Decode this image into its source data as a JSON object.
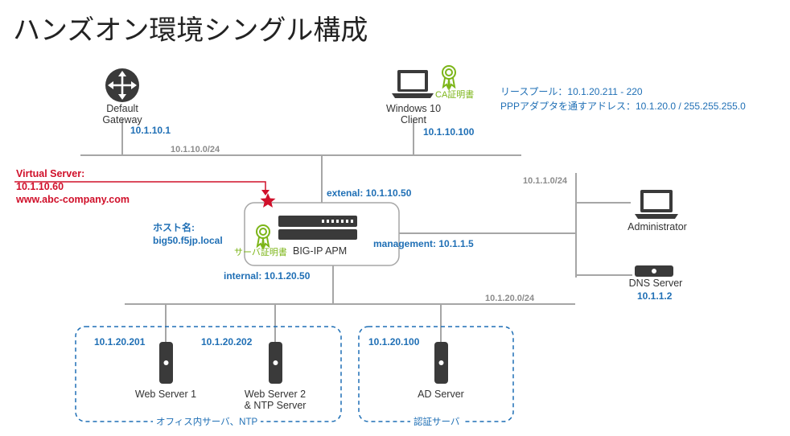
{
  "title": "ハンズオン環境シングル構成",
  "networks": {
    "n1": "10.1.10.0/24",
    "n2": "10.1.1.0/24",
    "n3": "10.1.20.0/24"
  },
  "devices": {
    "gateway": {
      "name": "Default\nGateway",
      "ip": "10.1.10.1"
    },
    "client": {
      "name": "Windows 10\nClient",
      "ip": "10.1.10.100",
      "cert": "CA証明書"
    },
    "bigip": {
      "name": "BIG-IP APM",
      "cert": "サーバ証明書",
      "hostname_label": "ホスト名:",
      "hostname": "big50.f5jp.local"
    },
    "admin": {
      "name": "Administrator"
    },
    "dns": {
      "name": "DNS Server",
      "ip": "10.1.1.2"
    },
    "web1": {
      "name": "Web Server 1",
      "ip": "10.1.20.201"
    },
    "web2": {
      "name": "Web Server 2\n& NTP Server",
      "ip": "10.1.20.202"
    },
    "ad": {
      "name": "AD Server",
      "ip": "10.1.20.100"
    }
  },
  "interfaces": {
    "external": "extenal: 10.1.10.50",
    "management": "management: 10.1.1.5",
    "internal": "internal: 10.1.20.50"
  },
  "virtual_server": {
    "label": "Virtual Server:",
    "ip": "10.1.10.60",
    "host": "www.abc-company.com"
  },
  "notes": {
    "pool": "リースプール：10.1.20.211 - 220",
    "ppp": "PPPアダプタを通すアドレス：10.1.20.0 / 255.255.255.0"
  },
  "groups": {
    "office": "オフィス内サーバ、NTP",
    "auth": "認証サーバ"
  },
  "colors": {
    "line": "#a6a6a6",
    "accent_blue": "#1f6fb5",
    "accent_red": "#d0102a",
    "cert_green": "#7cb518",
    "device": "#3a3a3a"
  }
}
